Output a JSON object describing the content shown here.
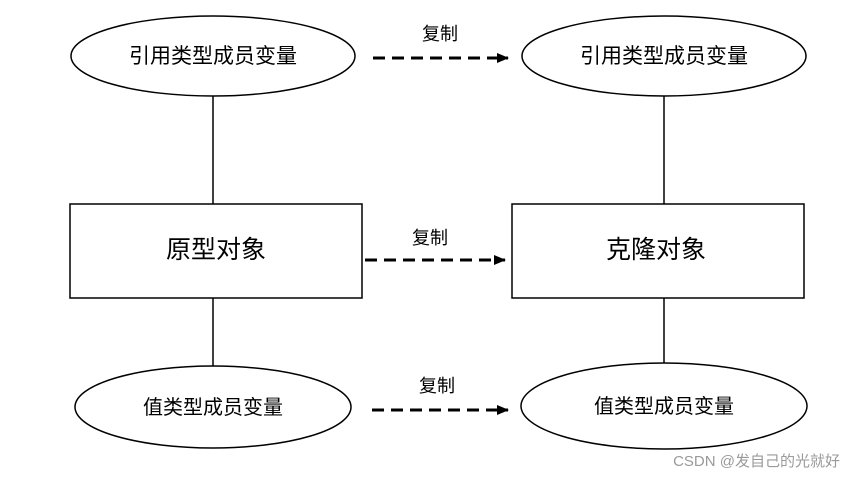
{
  "diagram": {
    "left_top_ellipse": "引用类型成员变量",
    "right_top_ellipse": "引用类型成员变量",
    "left_box": "原型对象",
    "right_box": "克隆对象",
    "left_bottom_ellipse": "值类型成员变量",
    "right_bottom_ellipse": "值类型成员变量",
    "arrow_top_label": "复制",
    "arrow_middle_label": "复制",
    "arrow_bottom_label": "复制"
  },
  "watermark": "CSDN @发自己的光就好"
}
